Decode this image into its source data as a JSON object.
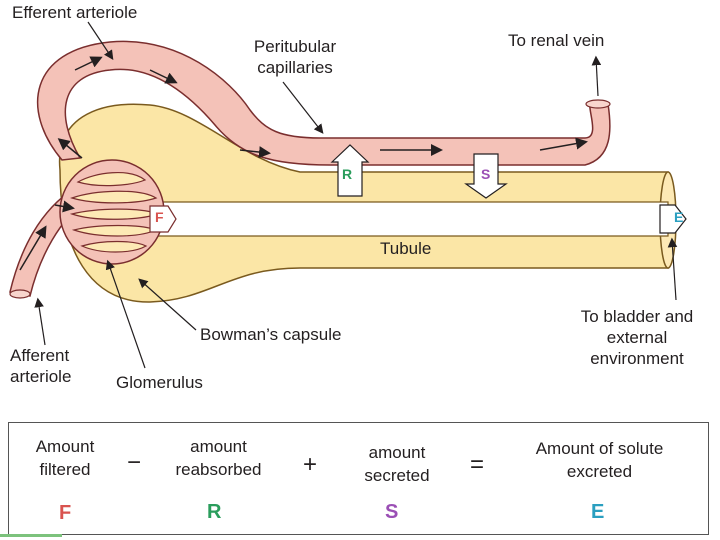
{
  "labels": {
    "efferent_arteriole": "Efferent arteriole",
    "peritubular_line1": "Peritubular",
    "peritubular_line2": "capillaries",
    "renal_vein": "To renal vein",
    "tubule": "Tubule",
    "bladder_line1": "To bladder and",
    "bladder_line2": "external",
    "bladder_line3": "environment",
    "bowmans_capsule": "Bowman’s capsule",
    "afferent_line1": "Afferent",
    "afferent_line2": "arteriole",
    "glomerulus": "Glomerulus"
  },
  "process_letters": {
    "filtration": "F",
    "reabsorption": "R",
    "secretion": "S",
    "excretion": "E"
  },
  "equation": {
    "term1_line1": "Amount",
    "term1_line2": "filtered",
    "op1": "−",
    "term2_line1": "amount",
    "term2_line2": "reabsorbed",
    "op2": "+",
    "term3_line1": "amount",
    "term3_line2": "secreted",
    "op3": "=",
    "term4_line1": "Amount of solute",
    "term4_line2": "excreted",
    "letter_f": "F",
    "letter_r": "R",
    "letter_s": "S",
    "letter_e": "E"
  },
  "colors": {
    "vessel_fill": "#f4c2b8",
    "vessel_stroke": "#7a2e2e",
    "tubule_fill": "#fbe6a6",
    "letter_f": "#d9534f",
    "letter_r": "#2a9d5c",
    "letter_s": "#9b4fb5",
    "letter_e": "#2a9fc0"
  }
}
